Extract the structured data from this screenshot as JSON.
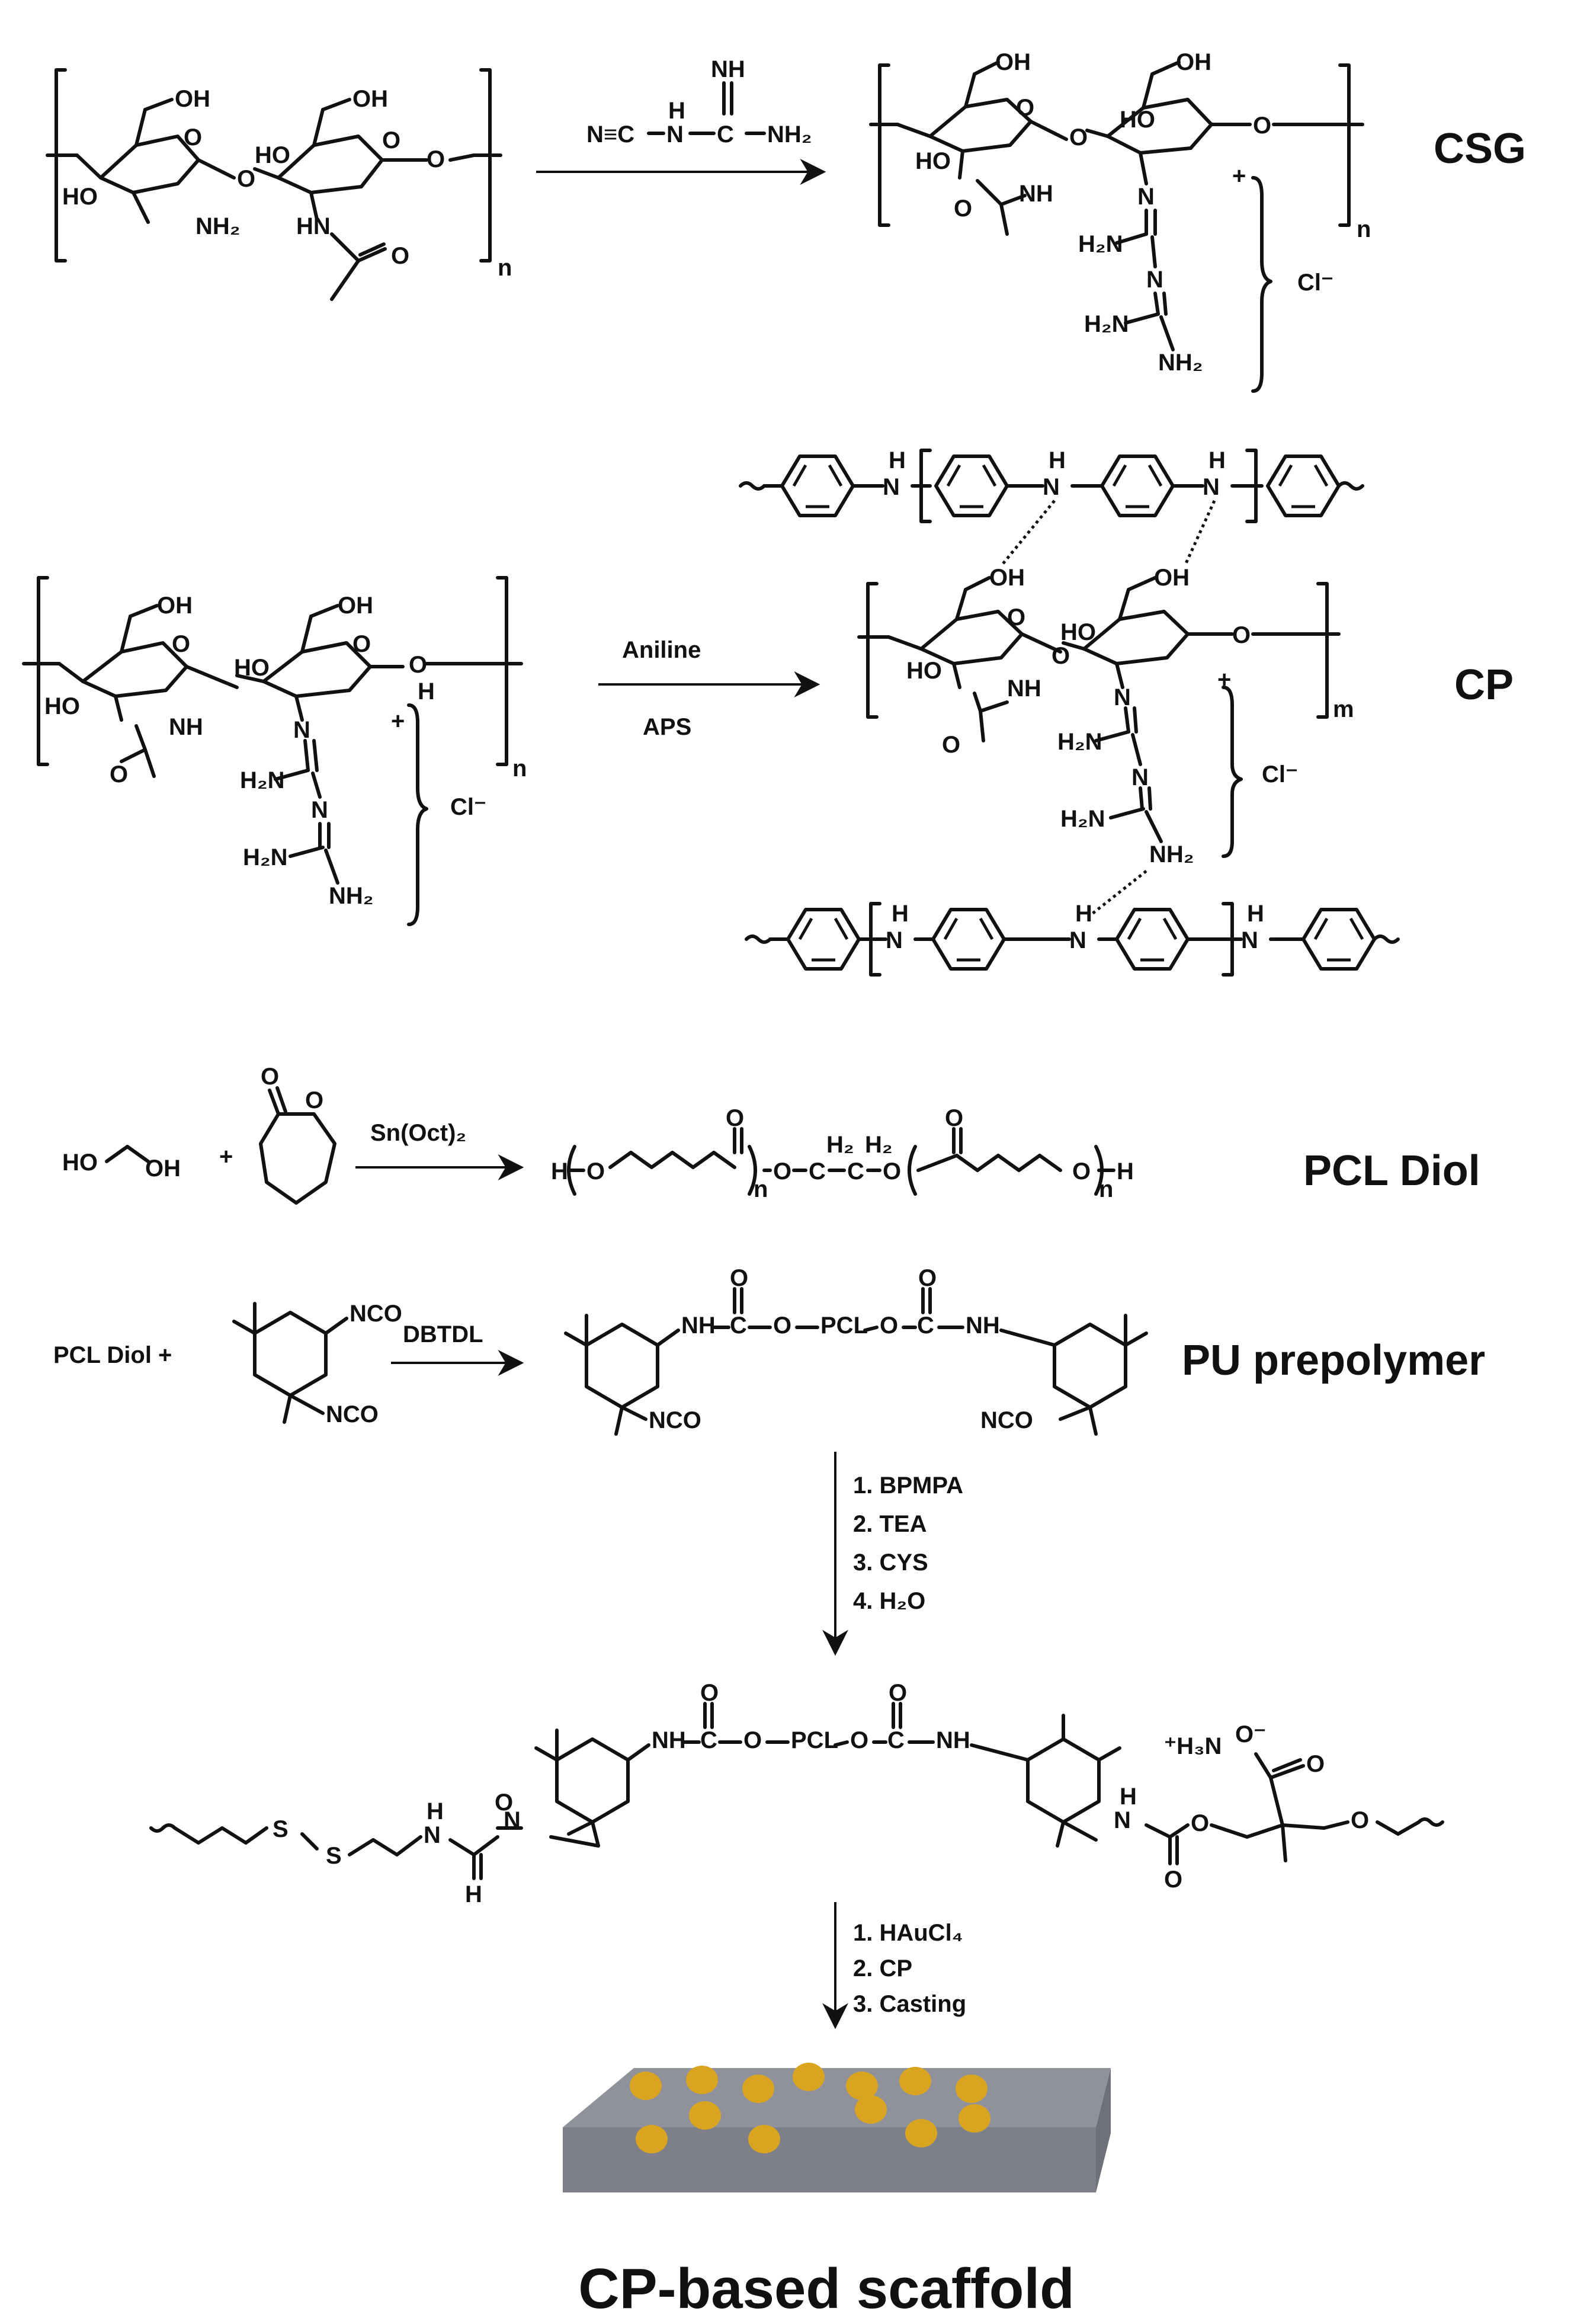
{
  "diagram": {
    "rows": {
      "csg": {
        "label": "CSG",
        "reagent": "N≡C–N–C–NH₂ (dicyandiamide)",
        "reagent_atoms": [
          "NH",
          "N≡C",
          "N",
          "H",
          "C",
          "NH₂"
        ],
        "chitosan_atoms": [
          "OH",
          "OH",
          "HO",
          "HO",
          "NH₂",
          "HN",
          "O",
          "O",
          "O",
          "O",
          "n"
        ],
        "product_atoms": [
          "OH",
          "OH",
          "HO",
          "NH",
          "HO",
          "N",
          "H₂N",
          "N",
          "H₂N",
          "NH₂",
          "O",
          "O",
          "O",
          "O",
          "n",
          "Cl⁻",
          "+"
        ]
      },
      "cp": {
        "label": "CP",
        "reagent_top": "Aniline",
        "reagent_bottom": "APS",
        "monomer_atoms": [
          "OH",
          "OH",
          "HO",
          "HO",
          "NH",
          "N",
          "H₂N",
          "N",
          "H₂N",
          "NH₂",
          "O",
          "O",
          "O",
          "O",
          "H",
          "+",
          "n",
          "Cl⁻"
        ],
        "product_atoms": [
          "N",
          "H",
          "N",
          "H",
          "N",
          "H",
          "OH",
          "OH",
          "HO",
          "HO",
          "NH",
          "N",
          "H₂N",
          "N",
          "H₂N",
          "NH₂",
          "m",
          "Cl⁻",
          "+",
          "H",
          "N",
          "H",
          "N",
          "H",
          "N",
          "O",
          "O",
          "O",
          "O"
        ]
      },
      "pcl": {
        "label": "PCL Diol",
        "catalyst": "Sn(Oct)₂",
        "diol": [
          "HO",
          "OH"
        ],
        "lactone_o": "O",
        "plus": "+",
        "product_atoms": [
          "H",
          "O",
          "O",
          "n",
          "O",
          "C",
          "H₂",
          "C",
          "H₂",
          "O",
          "O",
          "O",
          "n",
          "H"
        ]
      },
      "pu": {
        "label": "PU prepolymer",
        "reactant": "PCL Diol +",
        "catalyst": "DBTDL",
        "ipdi_atoms": [
          "NCO",
          "NCO"
        ],
        "product_atoms": [
          "NH",
          "C",
          "O",
          "O",
          "PCL",
          "O",
          "C",
          "O",
          "NH",
          "NCO",
          "NCO"
        ]
      },
      "step4": {
        "reagents": [
          "1. BPMPA",
          "2. TEA",
          "3. CYS",
          "4. H₂O"
        ],
        "product_atoms": [
          "NH",
          "C",
          "O",
          "O",
          "PCL",
          "O",
          "C",
          "O",
          "NH",
          "⁺H₃N",
          "O⁻",
          "O",
          "S",
          "S",
          "H",
          "N",
          "H",
          "N",
          "O",
          "N",
          "H",
          "O",
          "O",
          "O"
        ]
      },
      "step5": {
        "reagents": [
          "1. HAuCl₄",
          "2. CP",
          "3. Casting"
        ]
      },
      "scaffold": {
        "label": "CP-based scaffold",
        "slab_top": "#8f929b",
        "slab_front": "#7d8089",
        "slab_side": "#6e7179",
        "particle": "#d9a521",
        "particle_count": 13
      }
    }
  }
}
